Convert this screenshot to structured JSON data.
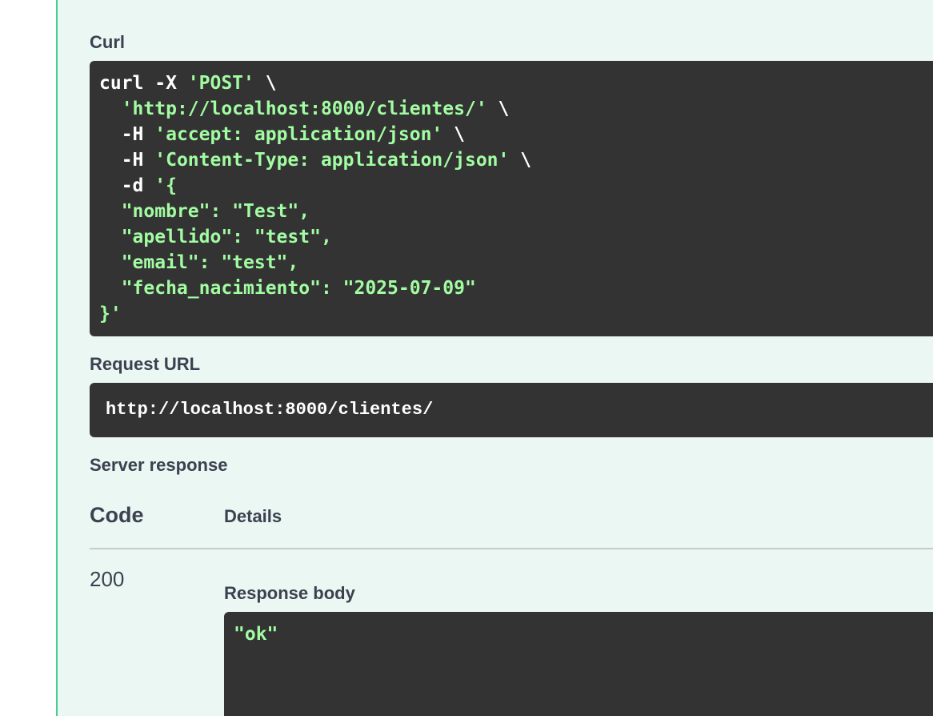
{
  "curl": {
    "label": "Curl",
    "lines": [
      {
        "w1": "curl -X ",
        "g1": "'POST'",
        "w2": " \\"
      },
      {
        "w1": "  ",
        "g1": "'http://localhost:8000/clientes/'",
        "w2": " \\"
      },
      {
        "w1": "  -H ",
        "g1": "'accept: application/json'",
        "w2": " \\"
      },
      {
        "w1": "  -H ",
        "g1": "'Content-Type: application/json'",
        "w2": " \\"
      },
      {
        "w1": "  -d ",
        "g1": "'{",
        "w2": ""
      },
      {
        "w1": "",
        "g1": "  \"nombre\": \"Test\",",
        "w2": ""
      },
      {
        "w1": "",
        "g1": "  \"apellido\": \"test\",",
        "w2": ""
      },
      {
        "w1": "",
        "g1": "  \"email\": \"test\",",
        "w2": ""
      },
      {
        "w1": "",
        "g1": "  \"fecha_nacimiento\": \"2025-07-09\"",
        "w2": ""
      },
      {
        "w1": "",
        "g1": "}'",
        "w2": ""
      }
    ]
  },
  "request_url": {
    "label": "Request URL",
    "value": "http://localhost:8000/clientes/"
  },
  "server_response": {
    "label": "Server response",
    "col_code": "Code",
    "col_details": "Details",
    "code": "200",
    "body_label": "Response body",
    "body": "\"ok\""
  },
  "colors": {
    "panel_bg": "#ebf7f2",
    "accent": "#49cc90",
    "code_bg": "#333333",
    "code_string": "#a2fca2"
  }
}
